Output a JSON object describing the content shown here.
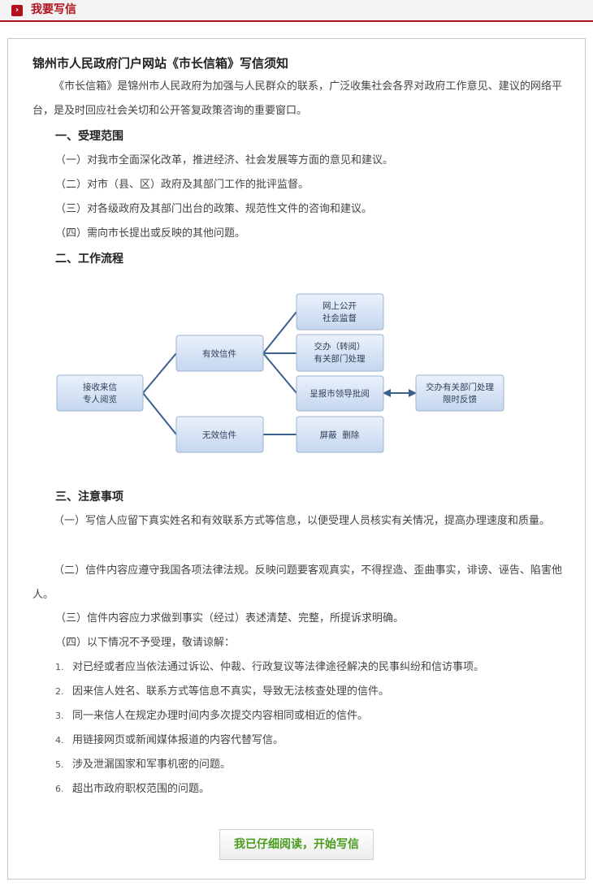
{
  "tab": {
    "icon": "chevron-right-icon",
    "title": "我要写信"
  },
  "notice": {
    "title": "锦州市人民政府门户网站《市长信箱》写信须知",
    "intro": "《市长信箱》是锦州市人民政府为加强与人民群众的联系，广泛收集社会各界对政府工作意见、建议的网络平台，是及时回应社会关切和公开答复政策咨询的重要窗口。",
    "scope_heading": "一、受理范围",
    "scope_items": [
      "（一）对我市全面深化改革，推进经济、社会发展等方面的意见和建议。",
      "（二）对市（县、区）政府及其部门工作的批评监督。",
      "（三）对各级政府及其部门出台的政策、规范性文件的咨询和建议。",
      "（四）需向市长提出或反映的其他问题。"
    ],
    "process_heading": "二、工作流程",
    "flowchart": {
      "receive": [
        "接收来信",
        "专人阅览"
      ],
      "valid": "有效信件",
      "invalid": "无效信件",
      "public": [
        "网上公开",
        "社会监督"
      ],
      "transfer": [
        "交办（转阅）",
        "有关部门处理"
      ],
      "report": "呈报市领导批阅",
      "assign": [
        "交办有关部门处理",
        "限时反馈"
      ],
      "block": "屏蔽  删除"
    },
    "notes_heading": "三、注意事项",
    "notes": [
      "（一）写信人应留下真实姓名和有效联系方式等信息，以便受理人员核实有关情况，提高办理速度和质量。",
      "（二）信件内容应遵守我国各项法律法规。反映问题要客观真实，不得捏造、歪曲事实，诽谤、诬告、陷害他人。",
      "（三）信件内容应力求做到事实（经过）表述清楚、完整，所提诉求明确。",
      "（四）以下情况不予受理，敬请谅解："
    ],
    "exclusions": [
      {
        "num": "1.",
        "text": "对已经或者应当依法通过诉讼、仲裁、行政复议等法律途径解决的民事纠纷和信访事项。"
      },
      {
        "num": "2.",
        "text": "因来信人姓名、联系方式等信息不真实，导致无法核查处理的信件。"
      },
      {
        "num": "3.",
        "text": "同一来信人在规定办理时间内多次提交内容相同或相近的信件。"
      },
      {
        "num": "4.",
        "text": "用链接网页或新闻媒体报道的内容代替写信。"
      },
      {
        "num": "5.",
        "text": "涉及泄漏国家和军事机密的问题。"
      },
      {
        "num": "6.",
        "text": "超出市政府职权范围的问题。"
      }
    ]
  },
  "action": {
    "label": "我已仔细阅读，开始写信"
  }
}
